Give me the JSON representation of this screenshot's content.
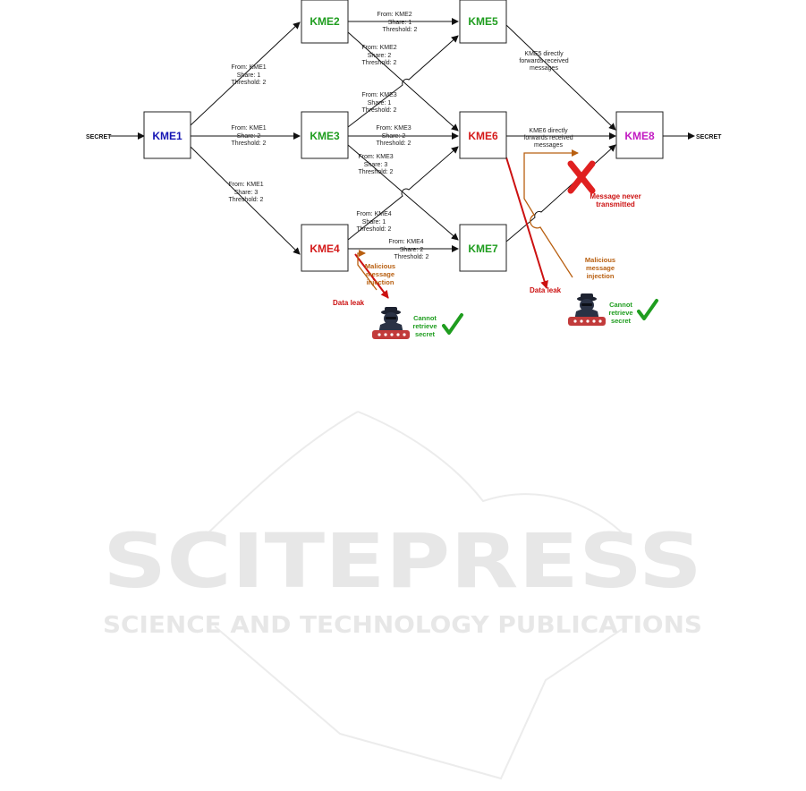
{
  "colors": {
    "kme1": "#1515b4",
    "ok": "#1f9d1f",
    "compromised": "#d41a1a",
    "kme8": "#c21bc2",
    "malicious": "#b85f10",
    "leak": "#cc1111",
    "cross": "#e02020",
    "check": "#1f9d1f",
    "watermark": "#e7e7e7"
  },
  "io": {
    "input": "SECRET",
    "output": "SECRET"
  },
  "nodes": {
    "kme1": "KME1",
    "kme2": "KME2",
    "kme3": "KME3",
    "kme4": "KME4",
    "kme5": "KME5",
    "kme6": "KME6",
    "kme7": "KME7",
    "kme8": "KME8"
  },
  "edges": {
    "e12": [
      "From: KME1",
      "Share: 1",
      "Threshold: 2"
    ],
    "e13": [
      "From: KME1",
      "Share: 2",
      "Threshold: 2"
    ],
    "e14": [
      "From: KME1",
      "Share: 3",
      "Threshold: 2"
    ],
    "e25": [
      "From: KME2",
      "Share: 1",
      "Threshold: 2"
    ],
    "e26": [
      "From: KME2",
      "Share: 2",
      "Threshold: 2"
    ],
    "e35": [
      "From: KME3",
      "Share: 1",
      "Threshold: 2"
    ],
    "e36": [
      "From: KME3",
      "Share: 2",
      "Threshold: 2"
    ],
    "e37": [
      "From: KME3",
      "Share: 3",
      "Threshold: 2"
    ],
    "e46": [
      "From: KME4",
      "Share: 1",
      "Threshold: 2"
    ],
    "e47": [
      "From: KME4",
      "Share: 2",
      "Threshold: 2"
    ],
    "e58": [
      "KME5 directly",
      "forwards received",
      "messages"
    ],
    "e68": [
      "KME6 directly",
      "forwards received",
      "messages"
    ]
  },
  "attacks": {
    "left": {
      "malicious": [
        "Malicious",
        "message",
        "injection"
      ],
      "leak": "Data leak",
      "result": [
        "Cannot",
        "retrieve",
        "secret"
      ]
    },
    "right": {
      "malicious": [
        "Malicious",
        "message",
        "injection"
      ],
      "leak": "Data leak",
      "result": [
        "Cannot",
        "retrieve",
        "secret"
      ],
      "never": [
        "Message never",
        "transmitted"
      ]
    }
  },
  "icons": {
    "left_hacker": "hacker-icon",
    "right_hacker": "hacker-icon",
    "check": "check-mark-icon",
    "cross": "red-x-icon"
  },
  "watermark": {
    "title": "SCITEPRESS",
    "subtitle": "SCIENCE AND TECHNOLOGY PUBLICATIONS"
  }
}
